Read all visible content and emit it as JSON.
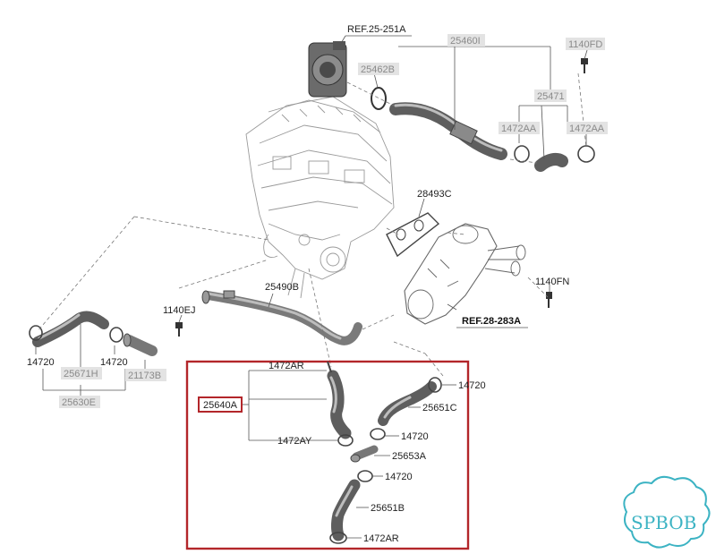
{
  "labels": {
    "ref_25_251a": "REF.25-251A",
    "p25460i": "25460I",
    "p1140fd": "1140FD",
    "p25462b": "25462B",
    "p25471": "25471",
    "p1472aa_a": "1472AA",
    "p1472aa_b": "1472AA",
    "p28493c": "28493C",
    "p1140fn": "1140FN",
    "ref_28_283a": "REF.28-283A",
    "p25490b": "25490B",
    "p1140ej": "1140EJ",
    "p14720_left": "14720",
    "p14720_mid": "14720",
    "p25671h": "25671H",
    "p21173b": "21173B",
    "p25630e": "25630E",
    "p1472ar_top": "1472AR",
    "p25640a": "25640A",
    "p1472ay": "1472AY",
    "p14720_box1": "14720",
    "p25651c": "25651C",
    "p14720_box2": "14720",
    "p25653a": "25653A",
    "p14720_box3": "14720",
    "p25651b": "25651B",
    "p1472ar_bot": "1472AR"
  },
  "watermark": {
    "text": "SPBOB"
  },
  "colors": {
    "highlight_box": "#b3262a",
    "watermark": "#3cb3c3",
    "grey_label": "#8a8a8a",
    "label_box": "#e3e3e3"
  }
}
